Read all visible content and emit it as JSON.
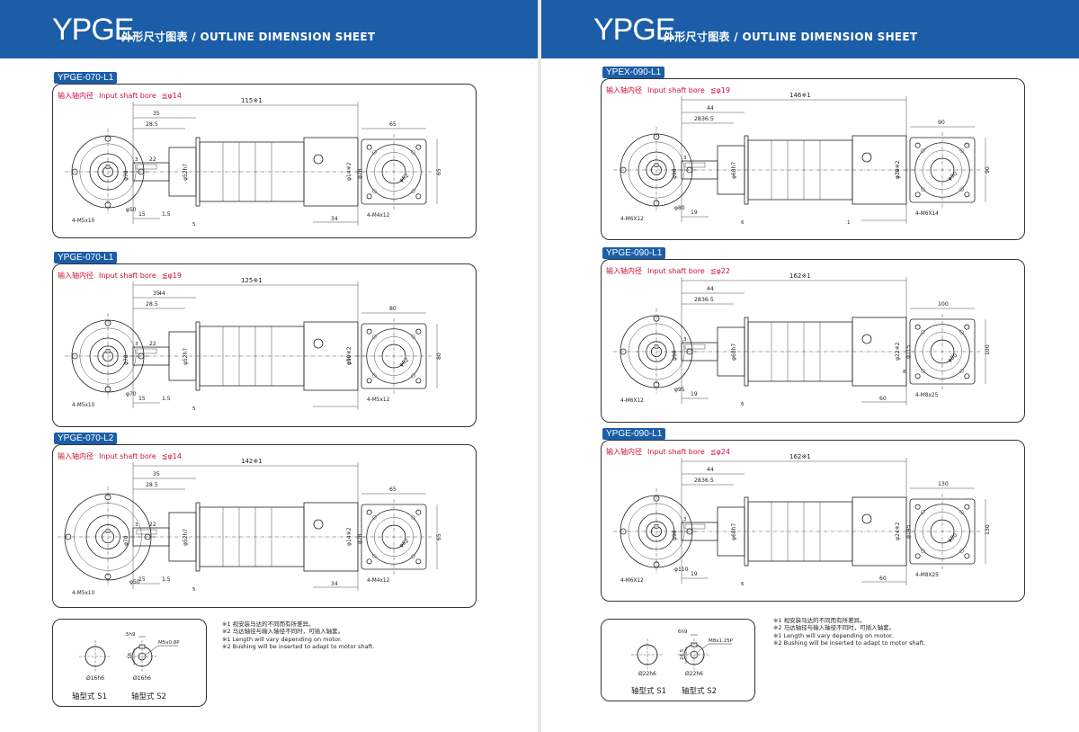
{
  "left_page": {
    "brand": "YPGE",
    "subtitle": "外形尺寸图表 / OUTLINE DIMENSION SHEET",
    "sections": [
      {
        "model": "YPGE-070-L1",
        "bore": {
          "cn": "输入轴内径",
          "en": "Input shaft bore",
          "value": "≦φ14"
        },
        "dims": {
          "length": "115※1",
          "d35": "35",
          "d28": "28.5",
          "d22": "22",
          "d3": "3",
          "d15": "15",
          "d1_5": "1.5",
          "d5": "5",
          "d34": "34",
          "phi70": "φ70",
          "phi52": "φ52h7",
          "phi14": "φ14※2",
          "phi50": "φ50",
          "phi62": "φ62",
          "phi78": "φ78",
          "holes_front": "4-M5x10",
          "holes_rear": "4-M4x12",
          "sq": "65",
          "sq_v": "65"
        }
      },
      {
        "model": "YPGE-070-L1",
        "bore": {
          "cn": "输入轴内径",
          "en": "Input shaft bore",
          "value": "≦φ19"
        },
        "dims": {
          "length": "125※1",
          "d35": "35",
          "d28": "28.5",
          "d22": "22",
          "d3": "3",
          "d15": "15",
          "d1_5": "1.5",
          "d5": "5",
          "d44": "44",
          "phi70": "φ70",
          "phi52": "φ52h7",
          "phi19": "φ19※2",
          "phi70b": "φ70",
          "phi62": "φ62",
          "phi90": "φ90",
          "holes_front": "4-M5x10",
          "holes_rear": "4-M5x12",
          "sq": "80",
          "sq_v": "80"
        }
      },
      {
        "model": "YPGE-070-L2",
        "bore": {
          "cn": "输入轴内径",
          "en": "Input shaft bore",
          "value": "≦φ14"
        },
        "dims": {
          "length": "142※1",
          "d35": "35",
          "d28": "28.5",
          "d22": "22",
          "d3": "3",
          "d15": "15",
          "d1_5": "1.5",
          "d5": "5",
          "d34": "34",
          "phi70": "φ70",
          "phi52": "φ52h7",
          "phi14": "φ14※2",
          "phi50": "φ50",
          "phi62": "φ62",
          "phi78": "φ78",
          "holes_front": "4-M5x10",
          "holes_rear": "4-M4x12",
          "sq": "65",
          "sq_v": "65"
        }
      }
    ],
    "shaft": {
      "key": "5h9",
      "thread": "M5x0.8P",
      "d18": "18",
      "s1_dia": "Ø16h6",
      "s2_dia": "Ø16h6",
      "s1_label": "轴型式 S1",
      "s2_label": "轴型式 S2"
    },
    "notes": [
      "※1  视安装马达的不同而有所差异。",
      "※2  马达轴径与输入轴径不同时，可插入轴套。",
      "※1  Length will vary depending on motor.",
      "※2  Bushing will be inserted to adapt to motor shaft."
    ]
  },
  "right_page": {
    "brand": "YPGE",
    "subtitle": "外形尺寸图表 / OUTLINE DIMENSION SHEET",
    "sections": [
      {
        "model": "YPEX-090-L1",
        "bore": {
          "cn": "输入轴内径",
          "en": "Input shaft bore",
          "value": "≦φ19"
        },
        "dims": {
          "length": "146※1",
          "d44": "44",
          "d36": "36.5",
          "d28": "28",
          "d3": "3",
          "d19": "19",
          "d6": "6",
          "d1": "1",
          "phi90": "φ90",
          "phi68": "φ68h7",
          "phi19": "φ19※2",
          "phi70": "φ70",
          "phi80": "φ80",
          "phi90b": "φ90",
          "holes_front": "4-M6X12",
          "holes_rear": "4-M6X14",
          "sq": "90",
          "sq_v": "90"
        }
      },
      {
        "model": "YPGE-090-L1",
        "bore": {
          "cn": "输入轴内径",
          "en": "Input shaft bore",
          "value": "≦φ22"
        },
        "dims": {
          "length": "162※1",
          "d44": "44",
          "d36": "36.5",
          "d28": "28",
          "d3": "3",
          "d19": "19",
          "d6": "6",
          "d60": "60",
          "d8": "8",
          "phi90": "φ90",
          "phi68": "φ68h7",
          "phi22": "φ22※2",
          "phi95": "φ95",
          "phi80": "φ80",
          "phi115": "φ115",
          "holes_front": "4-M6X12",
          "holes_rear": "4-M8x25",
          "sq": "100",
          "sq_v": "100"
        }
      },
      {
        "model": "YPGE-090-L1",
        "bore": {
          "cn": "输入轴内径",
          "en": "Input shaft bore",
          "value": "≦φ24"
        },
        "dims": {
          "length": "162※1",
          "d44": "44",
          "d36": "36.5",
          "d28": "28",
          "d3": "3",
          "d19": "19",
          "d6": "6",
          "d60": "60",
          "phi90": "φ90",
          "phi68": "φ68h7",
          "phi24": "φ24※2",
          "phi110": "φ110",
          "phi80": "φ80",
          "phi145": "φ145",
          "holes_front": "4-M6X12",
          "holes_rear": "4-M8X25",
          "sq": "130",
          "sq_v": "130"
        }
      }
    ],
    "shaft": {
      "key": "6h9",
      "thread": "M8x1.25P",
      "d24": "24.5",
      "s1_dia": "Ø22h6",
      "s2_dia": "Ø22h6",
      "s1_label": "轴型式 S1",
      "s2_label": "轴型式 S2"
    },
    "notes": [
      "※1  视安装马达的不同而有所差异。",
      "※2  马达轴径与输入轴径不同时，可插入轴套。",
      "※1  Length will vary depending on motor.",
      "※2  Bushing will be inserted to adapt to motor shaft."
    ]
  },
  "colors": {
    "header": "#1b5ea7",
    "bore_text": "#d0103a",
    "line": "#222222"
  }
}
